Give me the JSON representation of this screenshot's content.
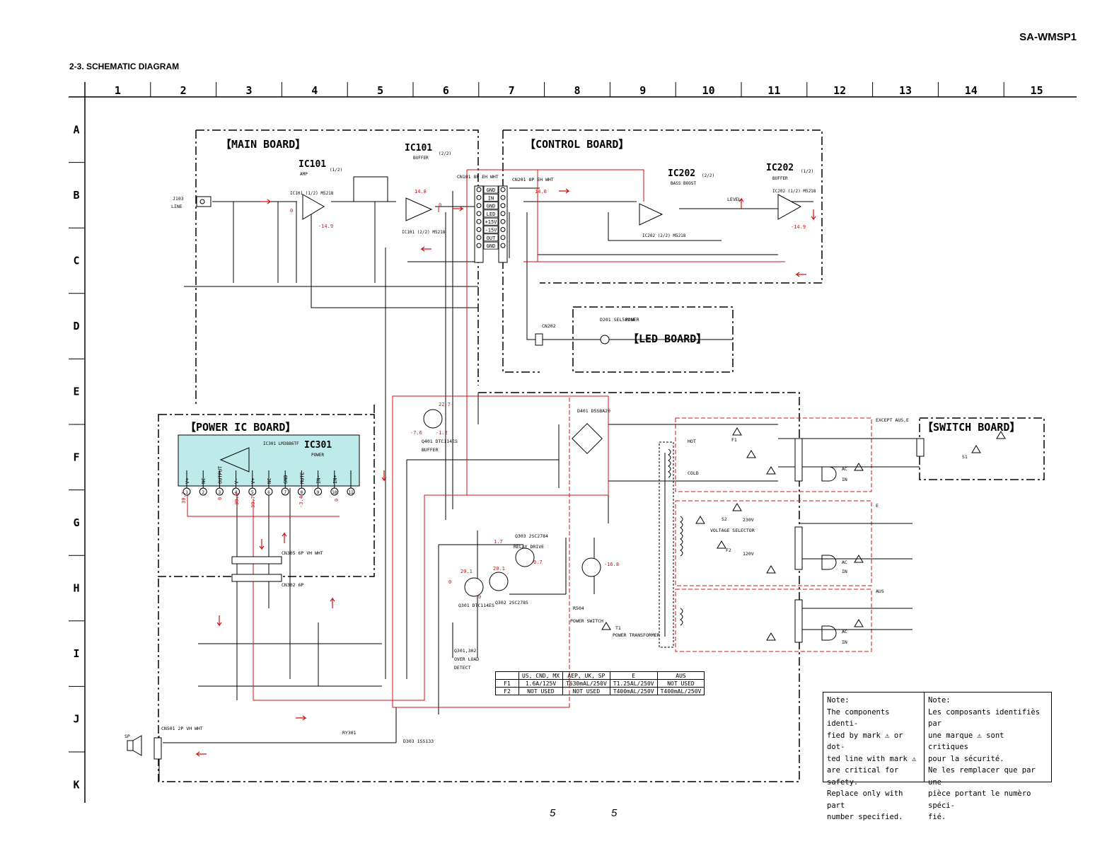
{
  "header": {
    "model": "SA-WMSP1",
    "section_title": "2-3. SCHEMATIC DIAGRAM"
  },
  "grid": {
    "columns": [
      "1",
      "2",
      "3",
      "4",
      "5",
      "6",
      "7",
      "8",
      "9",
      "10",
      "11",
      "12",
      "13",
      "14",
      "15"
    ],
    "rows": [
      "A",
      "B",
      "C",
      "D",
      "E",
      "F",
      "G",
      "H",
      "I",
      "J",
      "K"
    ]
  },
  "boards": {
    "main": "【MAIN BOARD】",
    "control": "【CONTROL BOARD】",
    "led": "【LED BOARD】",
    "power_ic": "【POWER IC BOARD】",
    "switch": "【SWITCH BOARD】"
  },
  "ics": {
    "ic101_amp": {
      "name": "IC101",
      "unit": "(1/2)",
      "func": "AMP",
      "part": "IC101 (1/2) M5218"
    },
    "ic101_buf": {
      "name": "IC101",
      "unit": "(2/2)",
      "func": "BUFFER",
      "part": "IC101 (2/2) M5218"
    },
    "ic202_bass": {
      "name": "IC202",
      "unit": "(2/2)",
      "func": "BASS BOOST",
      "part": "IC202 (2/2) M5218"
    },
    "ic202_buf": {
      "name": "IC202",
      "unit": "(1/2)",
      "func": "BUFFER",
      "part": "IC202 (1/2) M5218"
    },
    "ic301": {
      "name": "IC301",
      "func": "POWER",
      "part": "IC301 LM3886TF"
    }
  },
  "ic301_pins": [
    {
      "n": "1",
      "label": "V+"
    },
    {
      "n": "2",
      "label": "NC"
    },
    {
      "n": "3",
      "label": "OUTPUT"
    },
    {
      "n": "4",
      "label": "V-"
    },
    {
      "n": "5",
      "label": "V+"
    },
    {
      "n": "6",
      "label": "NC"
    },
    {
      "n": "7",
      "label": "GND"
    },
    {
      "n": "8",
      "label": "MUTE"
    },
    {
      "n": "9",
      "label": "IN-"
    },
    {
      "n": "10",
      "label": "IN+"
    },
    {
      "n": "11",
      "label": ""
    }
  ],
  "connector_cn101": [
    "GND",
    "IN",
    "GND",
    "LED",
    "+15V",
    "-15V",
    "OUT",
    "GND"
  ],
  "labels": {
    "j103": "J103",
    "line": "LINE",
    "sp": "SP",
    "power_tag": "POWER",
    "level": "LEVEL",
    "cn101": "CN101 8P EH WHT",
    "cn201": "CN201 8P EH WHT",
    "cn202": "CN202",
    "cn501": "CN501 2P VH WHT",
    "cn305": "CN305 6P VH WHT",
    "cn302": "CN302 6P",
    "d401": "D401 D5SBA20",
    "d201": "D201 SEL5821E",
    "q401": "Q401 DTC114ES",
    "q401_func": "BUFFER",
    "q303": "Q303 2SC2784",
    "q303_func": "RELAY DRIVE",
    "q301": "Q301 DTC114ES",
    "q302": "Q302 2SC2785",
    "q301_302": "Q301,302",
    "overload": "OVER LOAD",
    "detect": "DETECT",
    "r504": "R504",
    "power_switch": "POWER SWITCH",
    "t1": "T1",
    "power_transformer": "POWER TRANSFORMER",
    "ry301": "RY301",
    "d303": "D303 1SS133",
    "hot": "HOT",
    "cold": "COLD",
    "voltage_selector": "VOLTAGE SELECTOR",
    "s2": "S2",
    "s1": "S1",
    "f1": "F1",
    "f2": "F2",
    "except_ause": "EXCEPT AUS,E",
    "e": "E",
    "aus": "AUS",
    "ac": "AC",
    "in": "IN",
    "v230": "230V",
    "v120": "120V"
  },
  "voltages": [
    "14.8",
    "-14.9",
    "0",
    "14.8",
    "0",
    "-14.9",
    "22.7",
    "-7.6",
    "-1.2",
    "39.7",
    "0",
    "-39.8",
    "39.7",
    "-3.4",
    "0",
    "1.7",
    "0",
    "0.7",
    "20.1",
    "20.1",
    "-16.8",
    "0"
  ],
  "fuse_table": {
    "headers": [
      "",
      "US, CND, MX",
      "AEP, UK, SP",
      "E",
      "AUS"
    ],
    "rows": [
      [
        "F1",
        "1.6A/125V",
        "T630mAL/250V",
        "T1.25AL/250V",
        "NOT USED"
      ],
      [
        "F2",
        "NOT USED",
        "NOT USED",
        "T400mAL/250V",
        "T400mAL/250V"
      ]
    ]
  },
  "note": {
    "en_title": "Note:",
    "en_lines": [
      "The components identi-",
      "fied by mark ⚠ or dot-",
      "ted line with mark ⚠",
      "are critical for safety.",
      "Replace only with part",
      "number specified."
    ],
    "fr_title": "Note:",
    "fr_lines": [
      "Les composants identifiès par",
      "une marque ⚠ sont critiques",
      "pour la sécurité.",
      "Ne les remplacer que par une",
      "pièce portant le numèro spéci-",
      "fié."
    ]
  },
  "footer": {
    "page_left": "5",
    "page_right": "5"
  }
}
